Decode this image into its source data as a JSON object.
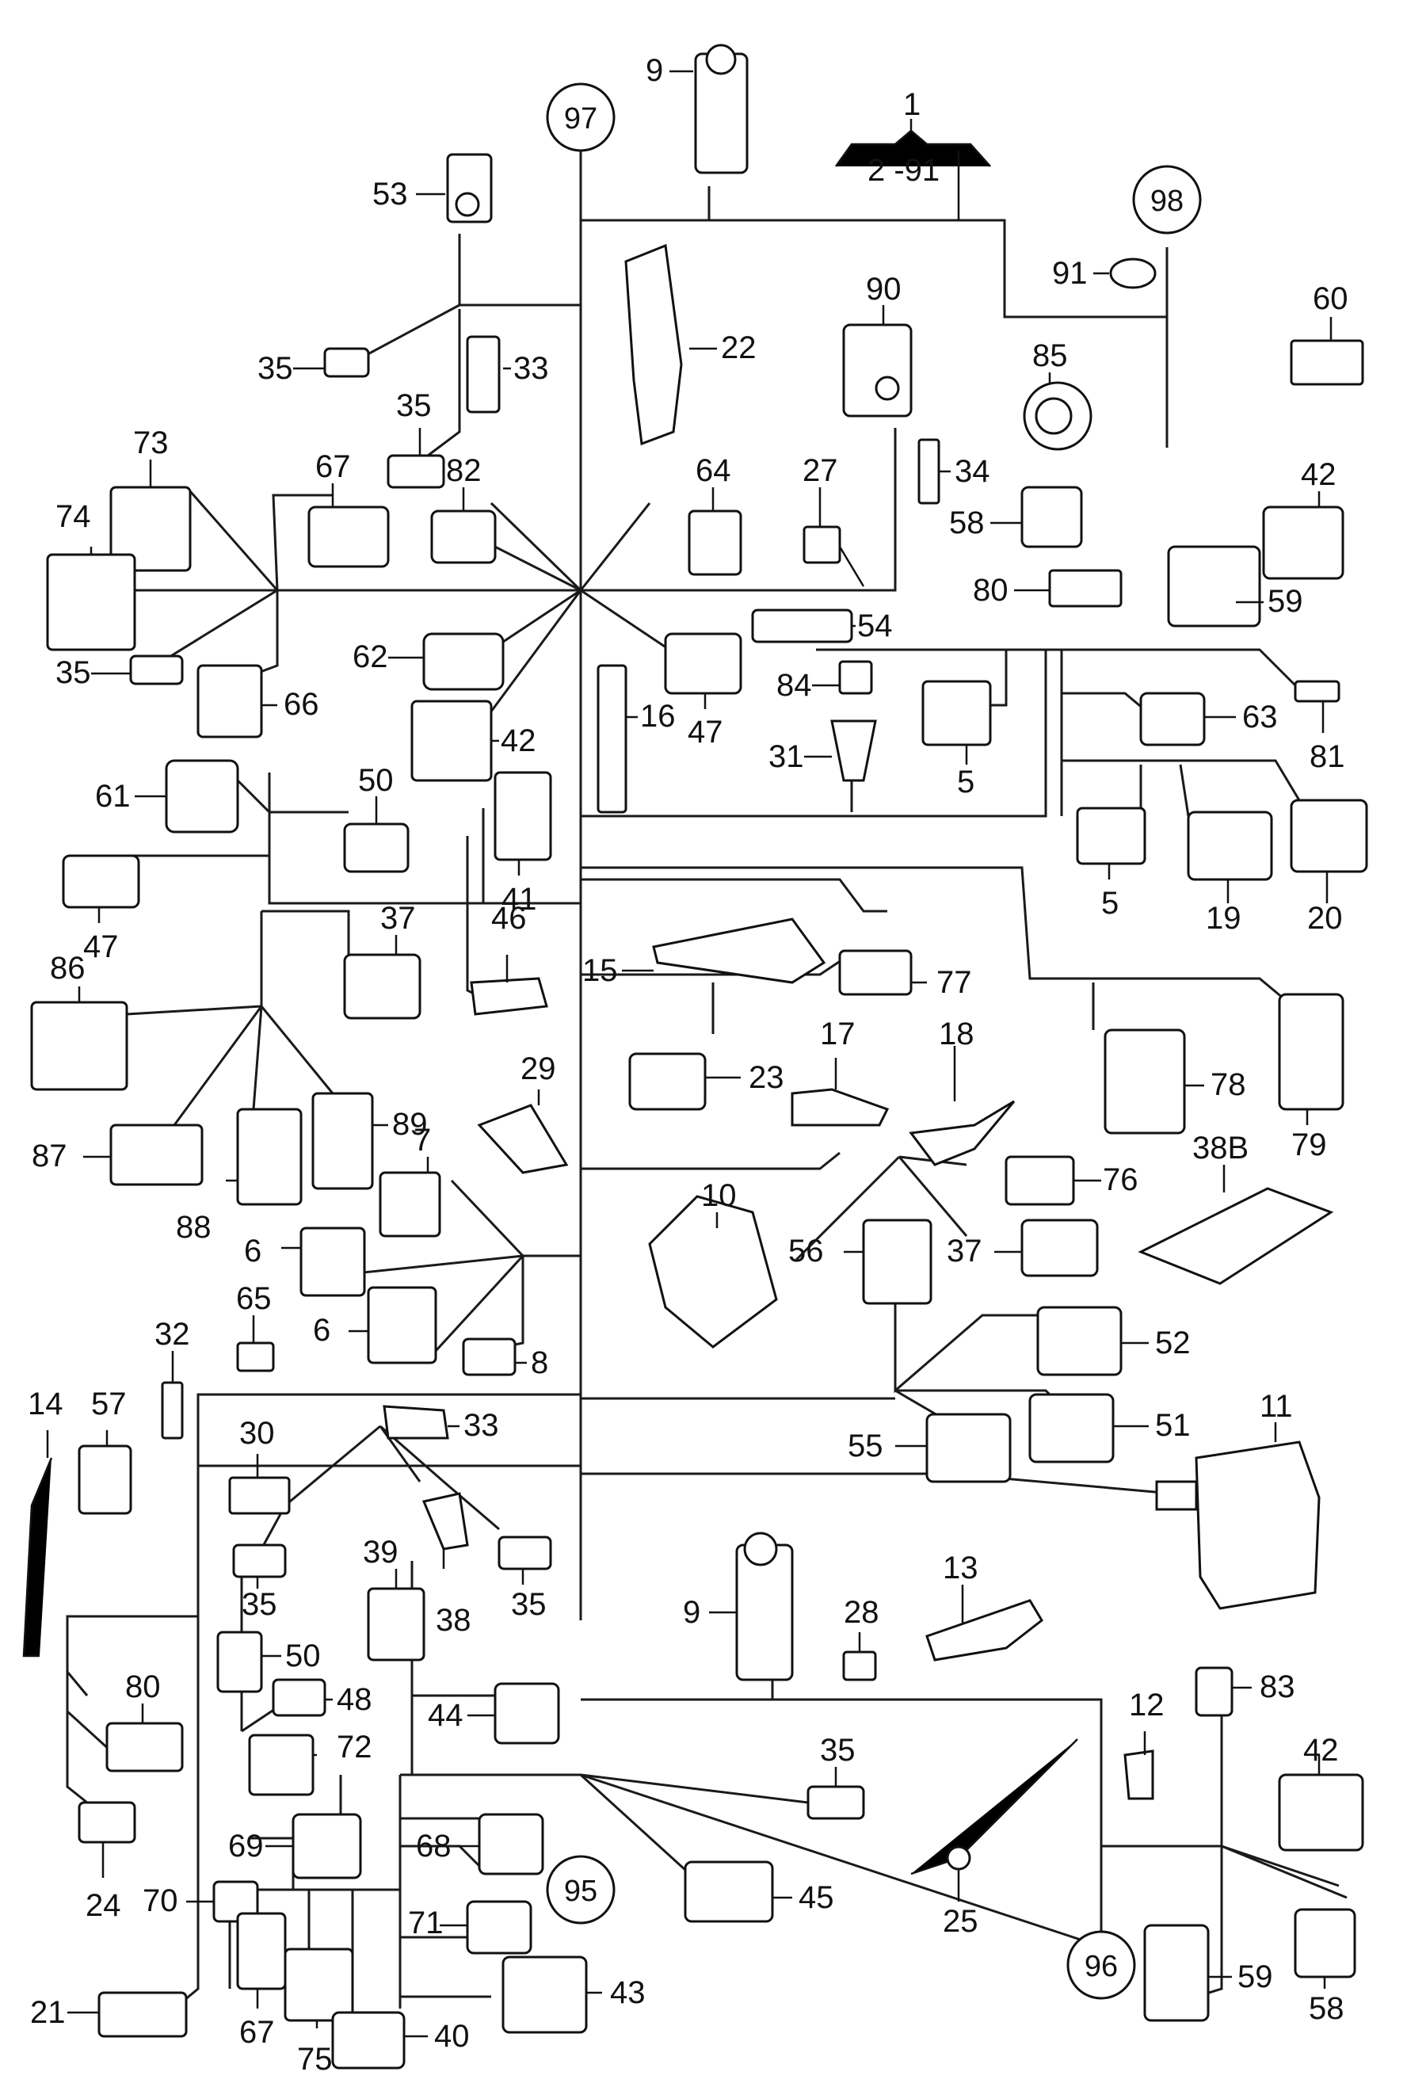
{
  "title_block": {
    "main": "1",
    "range": "2 -91"
  },
  "ref_circles": {
    "c97": "97",
    "c98": "98",
    "c95": "95",
    "c96": "96"
  },
  "labels": {
    "p9a": "9",
    "p53": "53",
    "p35a": "35",
    "p33a": "33",
    "p35b": "35",
    "p22": "22",
    "p90": "90",
    "p91": "91",
    "p60": "60",
    "p85": "85",
    "p42a": "42",
    "p34": "34",
    "p58a": "58",
    "p80a": "80",
    "p59a": "59",
    "p73": "73",
    "p67a": "67",
    "p82": "82",
    "p64": "64",
    "p27": "27",
    "p74": "74",
    "p35c": "35",
    "p66": "66",
    "p62": "62",
    "p16": "16",
    "p47a": "47",
    "p54": "54",
    "p84": "84",
    "p31": "31",
    "p5a": "5",
    "p63": "63",
    "p81": "81",
    "p42b": "42",
    "p61": "61",
    "p50a": "50",
    "p41": "41",
    "p47b": "47",
    "p5b": "5",
    "p19": "19",
    "p20": "20",
    "p37a": "37",
    "p46": "46",
    "p15": "15",
    "p77": "77",
    "p86": "86",
    "p23": "23",
    "p17": "17",
    "p18": "18",
    "p78": "78",
    "p79": "79",
    "p89": "89",
    "p29": "29",
    "p87": "87",
    "p7": "7",
    "p76": "76",
    "p88": "88",
    "p38B": "38B",
    "p10": "10",
    "p56": "56",
    "p37b": "37",
    "p6a": "6",
    "p65": "65",
    "p6b": "6",
    "p8": "8",
    "p52": "52",
    "p32": "32",
    "p14": "14",
    "p57": "57",
    "p30": "30",
    "p33b": "33",
    "p55": "55",
    "p51": "51",
    "p11": "11",
    "p35d": "35",
    "p39": "39",
    "p38": "38",
    "p35e": "35",
    "p9b": "9",
    "p28": "28",
    "p13": "13",
    "p50b": "50",
    "p80b": "80",
    "p48": "48",
    "p44": "44",
    "p72": "72",
    "p12": "12",
    "p83": "83",
    "p35f": "35",
    "p42c": "42",
    "p69": "69",
    "p68": "68",
    "p25": "25",
    "p24": "24",
    "p70": "70",
    "p71": "71",
    "p45": "45",
    "p67b": "67",
    "p75": "75",
    "p40": "40",
    "p43": "43",
    "p21": "21",
    "p59b": "59",
    "p58b": "58"
  }
}
